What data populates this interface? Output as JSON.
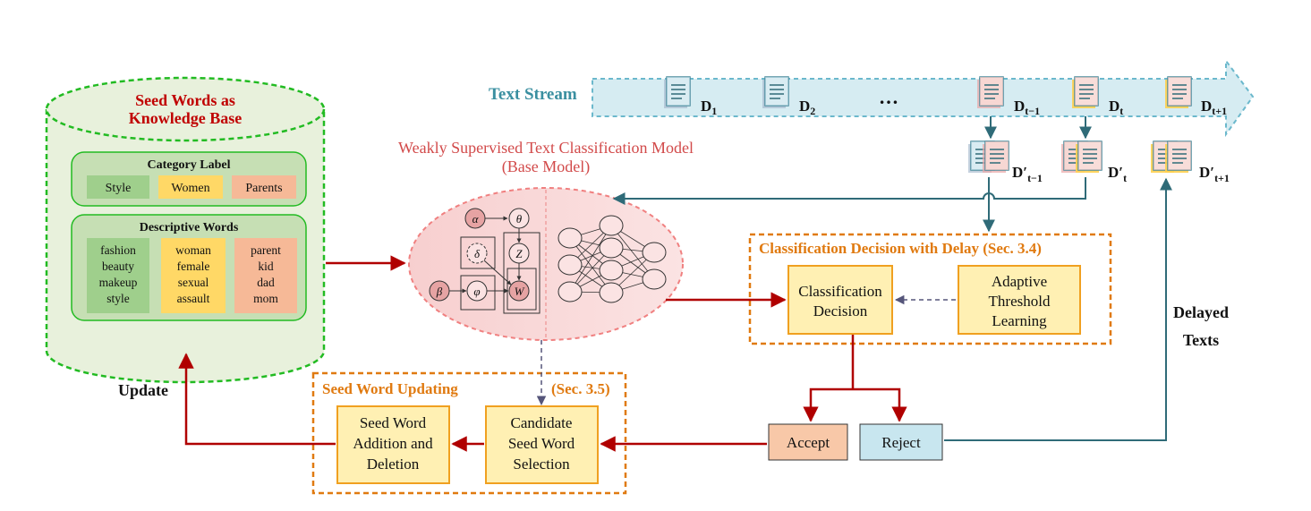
{
  "stream": {
    "label": "Text Stream",
    "docs": [
      {
        "base": "D",
        "sub": "1"
      },
      {
        "base": "D",
        "sub": "2"
      },
      {
        "base": "D",
        "sub": "t−1"
      },
      {
        "base": "D",
        "sub": "t"
      },
      {
        "base": "D",
        "sub": "t+1"
      }
    ],
    "ellipsis": "…",
    "delayed_docs": [
      {
        "base": "D′",
        "sub": "t−1"
      },
      {
        "base": "D′",
        "sub": "t"
      },
      {
        "base": "D′",
        "sub": "t+1"
      }
    ]
  },
  "knowledge_base": {
    "title_line1": "Seed Words as",
    "title_line2": "Knowledge Base",
    "category_title": "Category Label",
    "categories": [
      "Style",
      "Women",
      "Parents"
    ],
    "descriptive_title": "Descriptive Words",
    "descriptive": [
      [
        "fashion",
        "beauty",
        "makeup",
        "style"
      ],
      [
        "woman",
        "female",
        "sexual",
        "assault"
      ],
      [
        "parent",
        "kid",
        "dad",
        "mom"
      ]
    ]
  },
  "model": {
    "title_line1": "Weakly Supervised Text Classification Model",
    "title_line2": "(Base Model)",
    "nodes": {
      "alpha": "α",
      "theta": "θ",
      "delta": "δ",
      "z": "Z",
      "beta": "β",
      "phi": "φ",
      "w": "W"
    }
  },
  "decision": {
    "title": "Classification Decision with Delay  (Sec. 3.4)",
    "box1_line1": "Classification",
    "box1_line2": "Decision",
    "box2_line1": "Adaptive",
    "box2_line2": "Threshold",
    "box2_line3": "Learning"
  },
  "outcomes": {
    "accept": "Accept",
    "reject": "Reject"
  },
  "delayed_label_line1": "Delayed",
  "delayed_label_line2": "Texts",
  "update_label": "Update",
  "seed_update": {
    "title": "Seed Word Updating",
    "sec": "(Sec. 3.5)",
    "box1_line1": "Seed Word",
    "box1_line2": "Addition and",
    "box1_line3": "Deletion",
    "box2_line1": "Candidate",
    "box2_line2": "Seed Word",
    "box2_line3": "Selection"
  },
  "colors": {
    "red": "#b00000",
    "teal": "#2f6b78",
    "orange": "#e07a10",
    "green": "#22bb22",
    "stream_fill": "#d6ecf2",
    "kb_fill": "#e8f1dc",
    "style_fill": "#9fcf8c",
    "women_fill": "#ffd866",
    "parents_fill": "#f6b997",
    "box_fill": "#fff0b3",
    "accept_fill": "#f8c8a8",
    "reject_fill": "#c8e6ef"
  }
}
